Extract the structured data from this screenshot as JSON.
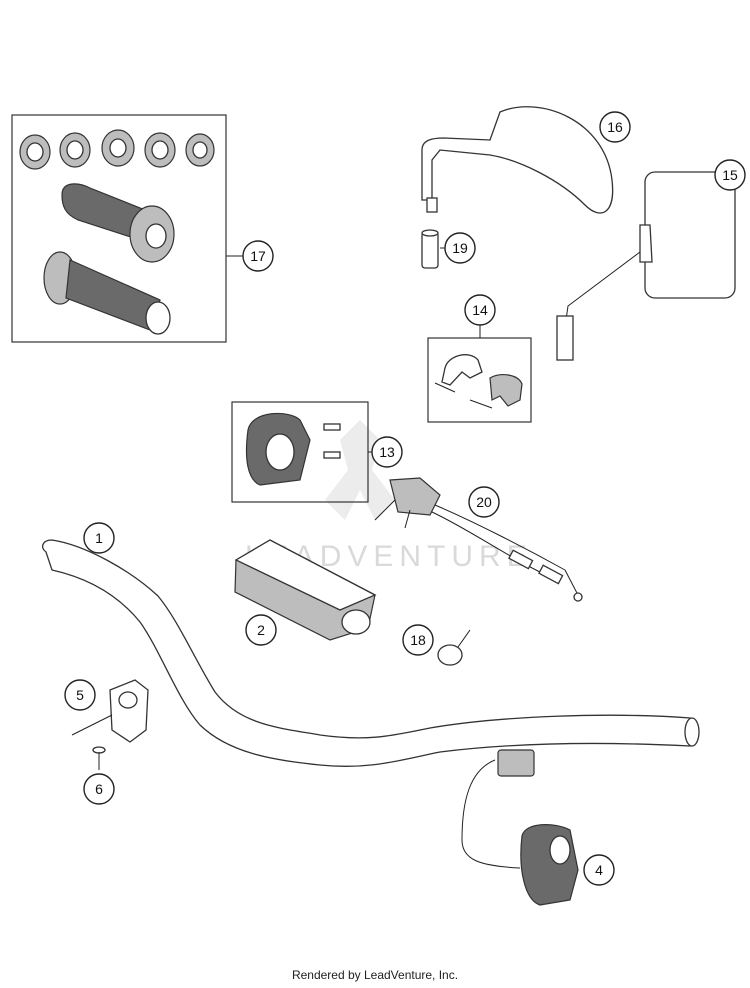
{
  "callouts": {
    "c1": "1",
    "c2": "2",
    "c4": "4",
    "c5": "5",
    "c6": "6",
    "c13": "13",
    "c14": "14",
    "c15": "15",
    "c16": "16",
    "c17": "17",
    "c18": "18",
    "c19": "19",
    "c20": "20"
  },
  "watermark": "LEADVENTURE",
  "footer": "Rendered by LeadVenture, Inc."
}
